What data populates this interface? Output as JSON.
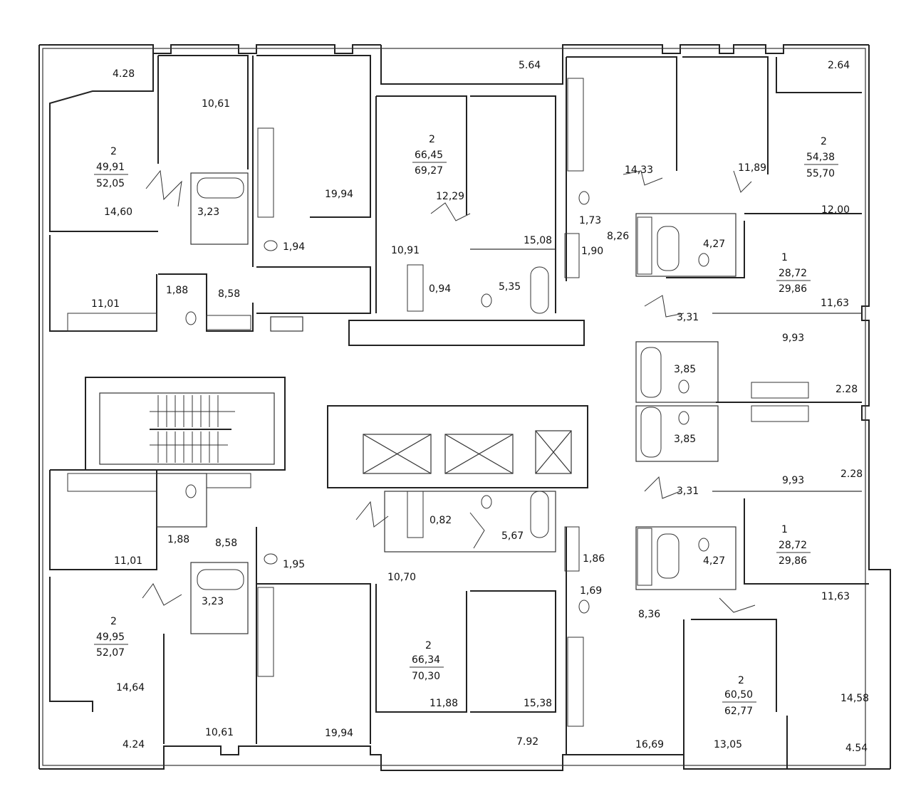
{
  "room_areas": {
    "balcony_tl": "4.28",
    "kitchen_tl": "10,61",
    "room_tl": "14,60",
    "bath_tl": "3,23",
    "living_top": "19,94",
    "wc_tl": "1,94",
    "kitchen_ul": "11,01",
    "wc_ul": "1,88",
    "hall_ul": "8,58",
    "balcony_tc": "5.64",
    "room_tc": "12,29",
    "hall_tc": "10,91",
    "room_tc2": "15,08",
    "closet_tc": "0,94",
    "bath_tc": "5,35",
    "room_tr1": "14,33",
    "room_tr2": "11,89",
    "balcony_tr": "2.64",
    "room_tr3": "12,00",
    "wc_tr": "1,73",
    "closet_tr": "1,90",
    "hall_tr": "8,26",
    "bath_tr": "4,27",
    "room_r1": "11,63",
    "hall_r1": "3,31",
    "kitchen_r1": "9,93",
    "bath_r1": "3,85",
    "balcony_r1": "2.28",
    "bath_r2": "3,85",
    "kitchen_r2": "9,93",
    "balcony_r2": "2.28",
    "hall_r2": "3,31",
    "room_r2": "11,63",
    "bath_r2b": "4,27",
    "closet_br": "1,86",
    "wc_br": "1,69",
    "hall_br": "8,36",
    "kitchen_ll": "11,01",
    "wc_ll": "1,88",
    "hall_ll": "8,58",
    "bath_bl": "3,23",
    "wc_bl": "1,95",
    "hall_bc": "10,70",
    "closet_bc": "0,82",
    "bath_bc": "5,67",
    "room_bl": "14,64",
    "balcony_bl": "4.24",
    "kitchen_bl": "10,61",
    "living_bottom": "19,94",
    "room_bc": "11,88",
    "room_bc2": "15,38",
    "balcony_bc": "7.92",
    "room_br1": "16,69",
    "room_br2": "13,05",
    "room_br3": "14,58",
    "balcony_br": "4.54"
  },
  "apartments": [
    {
      "rooms": "2",
      "living": "49,91",
      "total": "52,05"
    },
    {
      "rooms": "2",
      "living": "66,45",
      "total": "69,27"
    },
    {
      "rooms": "2",
      "living": "54,38",
      "total": "55,70"
    },
    {
      "rooms": "1",
      "living": "28,72",
      "total": "29,86"
    },
    {
      "rooms": "1",
      "living": "28,72",
      "total": "29,86"
    },
    {
      "rooms": "2",
      "living": "49,95",
      "total": "52,07"
    },
    {
      "rooms": "2",
      "living": "66,34",
      "total": "70,30"
    },
    {
      "rooms": "2",
      "living": "60,50",
      "total": "62,77"
    }
  ]
}
